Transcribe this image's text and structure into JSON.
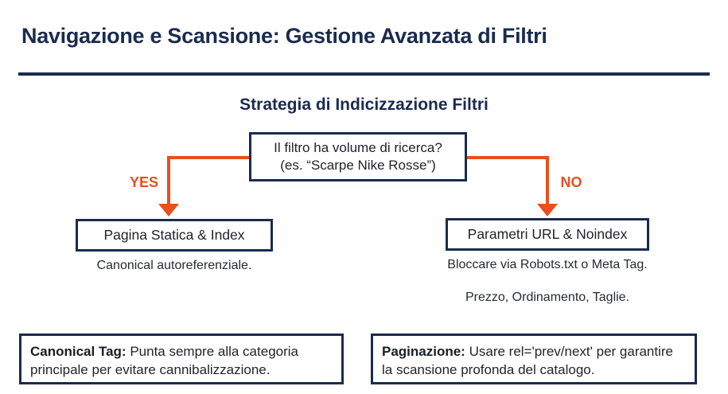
{
  "page": {
    "title": "Navigazione e Scansione: Gestione Avanzata di Filtri",
    "diagram_title": "Strategia di Indicizzazione Filtri"
  },
  "flowchart": {
    "decision": {
      "line1": "Il filtro ha volume di ricerca?",
      "line2": "(es. “Scarpe Nike Rosse”)"
    },
    "yes_branch": {
      "label": "YES",
      "result": "Pagina Statica & Index",
      "caption": "Canonical autoreferenziale."
    },
    "no_branch": {
      "label": "NO",
      "result": "Parametri URL & Noindex",
      "caption": "Bloccare via Robots.txt o Meta Tag.",
      "caption2": "Prezzo, Ordinamento, Taglie."
    }
  },
  "notes": {
    "canonical": {
      "label": "Canonical Tag:",
      "text": " Punta sempre alla categoria principale per evitare cannibalizzazione."
    },
    "pagination": {
      "label": "Paginazione:",
      "text": " Usare rel='prev/next' per garantire la scansione profonda del catalogo."
    }
  },
  "colors": {
    "navy": "#1a2b4e",
    "orange": "#e8501e",
    "ink": "#20242c"
  }
}
